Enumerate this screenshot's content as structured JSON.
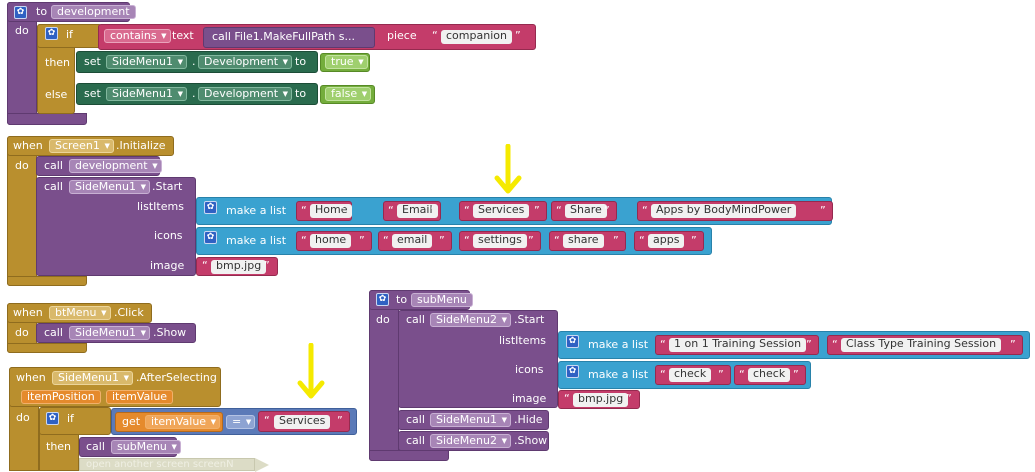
{
  "keywords": {
    "to": "to",
    "do": "do",
    "if": "if",
    "then": "then",
    "else": "else",
    "when": "when",
    "call": "call",
    "set": "set",
    "text": "text",
    "piece": "piece",
    "make_a_list": "make a list",
    "listItems": "listItems",
    "icons": "icons",
    "image": "image",
    "get": "get",
    "dot": ".",
    "eq": "=",
    "true": "true",
    "false": "false",
    "contains": "contains",
    "initialize": ".Initialize",
    "click": ".Click",
    "show": ".Show",
    "hide": ".Hide",
    "start": ".Start",
    "development_prop": "Development",
    "after_selecting": ".AfterSelecting",
    "makefullpath": "call File1.MakeFullPath s..."
  },
  "proc_development": {
    "name": "development",
    "piece_value": "companion",
    "component": "SideMenu1"
  },
  "screen_init": {
    "screen": "Screen1",
    "call_proc": "development",
    "component": "SideMenu1",
    "list_items": [
      "Home",
      "Email",
      "Services",
      "Share",
      "Apps by BodyMindPower"
    ],
    "icons": [
      "home",
      "email",
      "settings",
      "share",
      "apps"
    ],
    "image": "bmp.jpg"
  },
  "btmenu_click": {
    "button": "btMenu",
    "component": "SideMenu1"
  },
  "after_selecting": {
    "component": "SideMenu1",
    "param1": "itemPosition",
    "param2": "itemValue",
    "get_var": "itemValue",
    "compare_value": "Services",
    "call_proc": "subMenu",
    "comment_text": "open another screen screenN"
  },
  "proc_submenu": {
    "name": "subMenu",
    "component_start": "SideMenu2",
    "list_items": [
      "1 on 1 Training Session",
      "Class Type Training Session"
    ],
    "icons": [
      "check",
      "check"
    ],
    "image": "bmp.jpg",
    "hide_component": "SideMenu1",
    "show_component": "SideMenu2"
  },
  "colors": {
    "procedure": "#7a4f8c",
    "event": "#b98f2e",
    "text": "#c43c6a",
    "list": "#3aa2d0",
    "setter": "#2a6b4e",
    "logic": "#74ad3c",
    "math_compare": "#5b7ab8",
    "highlight_arrow": "#f5ea00"
  }
}
